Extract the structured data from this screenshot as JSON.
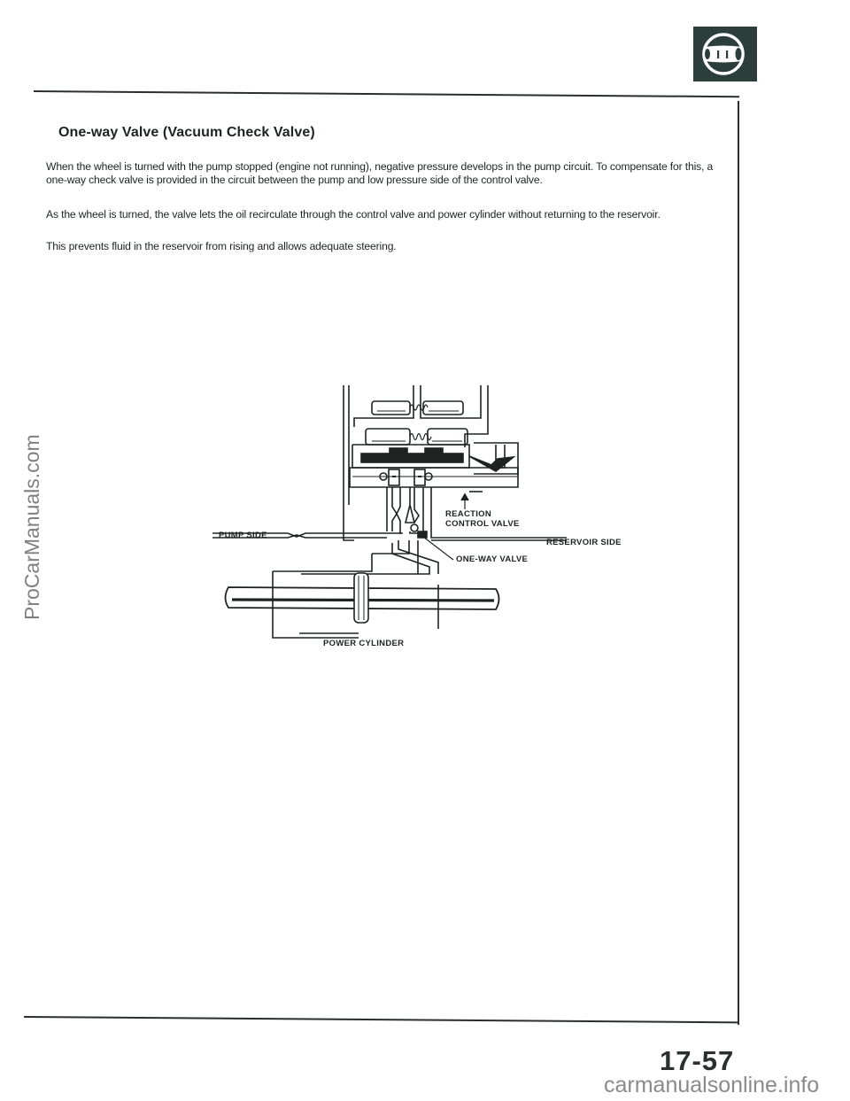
{
  "header": {
    "emblem_icon": "steering-wheel-icon",
    "emblem_color": "#2c3e3b"
  },
  "section": {
    "title": "One-way Valve (Vacuum Check Valve)",
    "paragraphs": [
      "When the wheel is turned with the pump stopped (engine not running), negative pressure develops in the pump circuit. To compensate for this, a one-way check valve is provided in the circuit between the pump and low pressure side of the control valve.",
      "As the wheel is turned, the valve lets the oil recirculate through the control valve and power cylinder without returning to the reservoir.",
      "This prevents fluid in the reservoir from rising and allows adequate steering."
    ]
  },
  "diagram": {
    "labels": {
      "pump_side": "PUMP SIDE",
      "reaction_control_valve_line1": "REACTION",
      "reaction_control_valve_line2": "CONTROL VALVE",
      "reservoir_side": "RESERVOIR SIDE",
      "one_way_valve": "ONE-WAY VALVE",
      "power_cylinder": "POWER CYLINDER"
    }
  },
  "footer": {
    "page_number": "17-57"
  },
  "watermarks": {
    "side": "ProCarManuals.com",
    "bottom": "carmanualsonline.info"
  }
}
